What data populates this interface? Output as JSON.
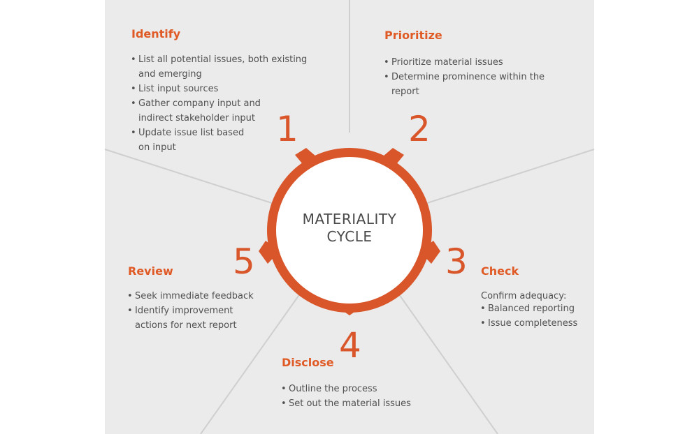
{
  "center": {
    "line1": "MATERIALITY",
    "line2": "CYCLE"
  },
  "colors": {
    "accent": "#d9562a",
    "title": "#e05a26",
    "panel": "#ebebeb",
    "divider": "#cfcfcf",
    "text": "#505050"
  },
  "steps": [
    {
      "number": "1",
      "title": "Identify",
      "items": [
        "List all potential issues, both existing and emerging",
        "List input sources",
        "Gather company input and indirect stakeholder input",
        "Update issue list based on input"
      ]
    },
    {
      "number": "2",
      "title": "Prioritize",
      "items": [
        "Prioritize material issues",
        "Determine prominence within the report"
      ]
    },
    {
      "number": "3",
      "title": "Check",
      "intro": "Confirm adequacy:",
      "items": [
        "Balanced reporting",
        "Issue completeness"
      ]
    },
    {
      "number": "4",
      "title": "Disclose",
      "items": [
        "Outline the process",
        "Set out the material issues"
      ]
    },
    {
      "number": "5",
      "title": "Review",
      "items": [
        "Seek immediate feedback",
        "Identify improvement actions for next report"
      ]
    }
  ]
}
